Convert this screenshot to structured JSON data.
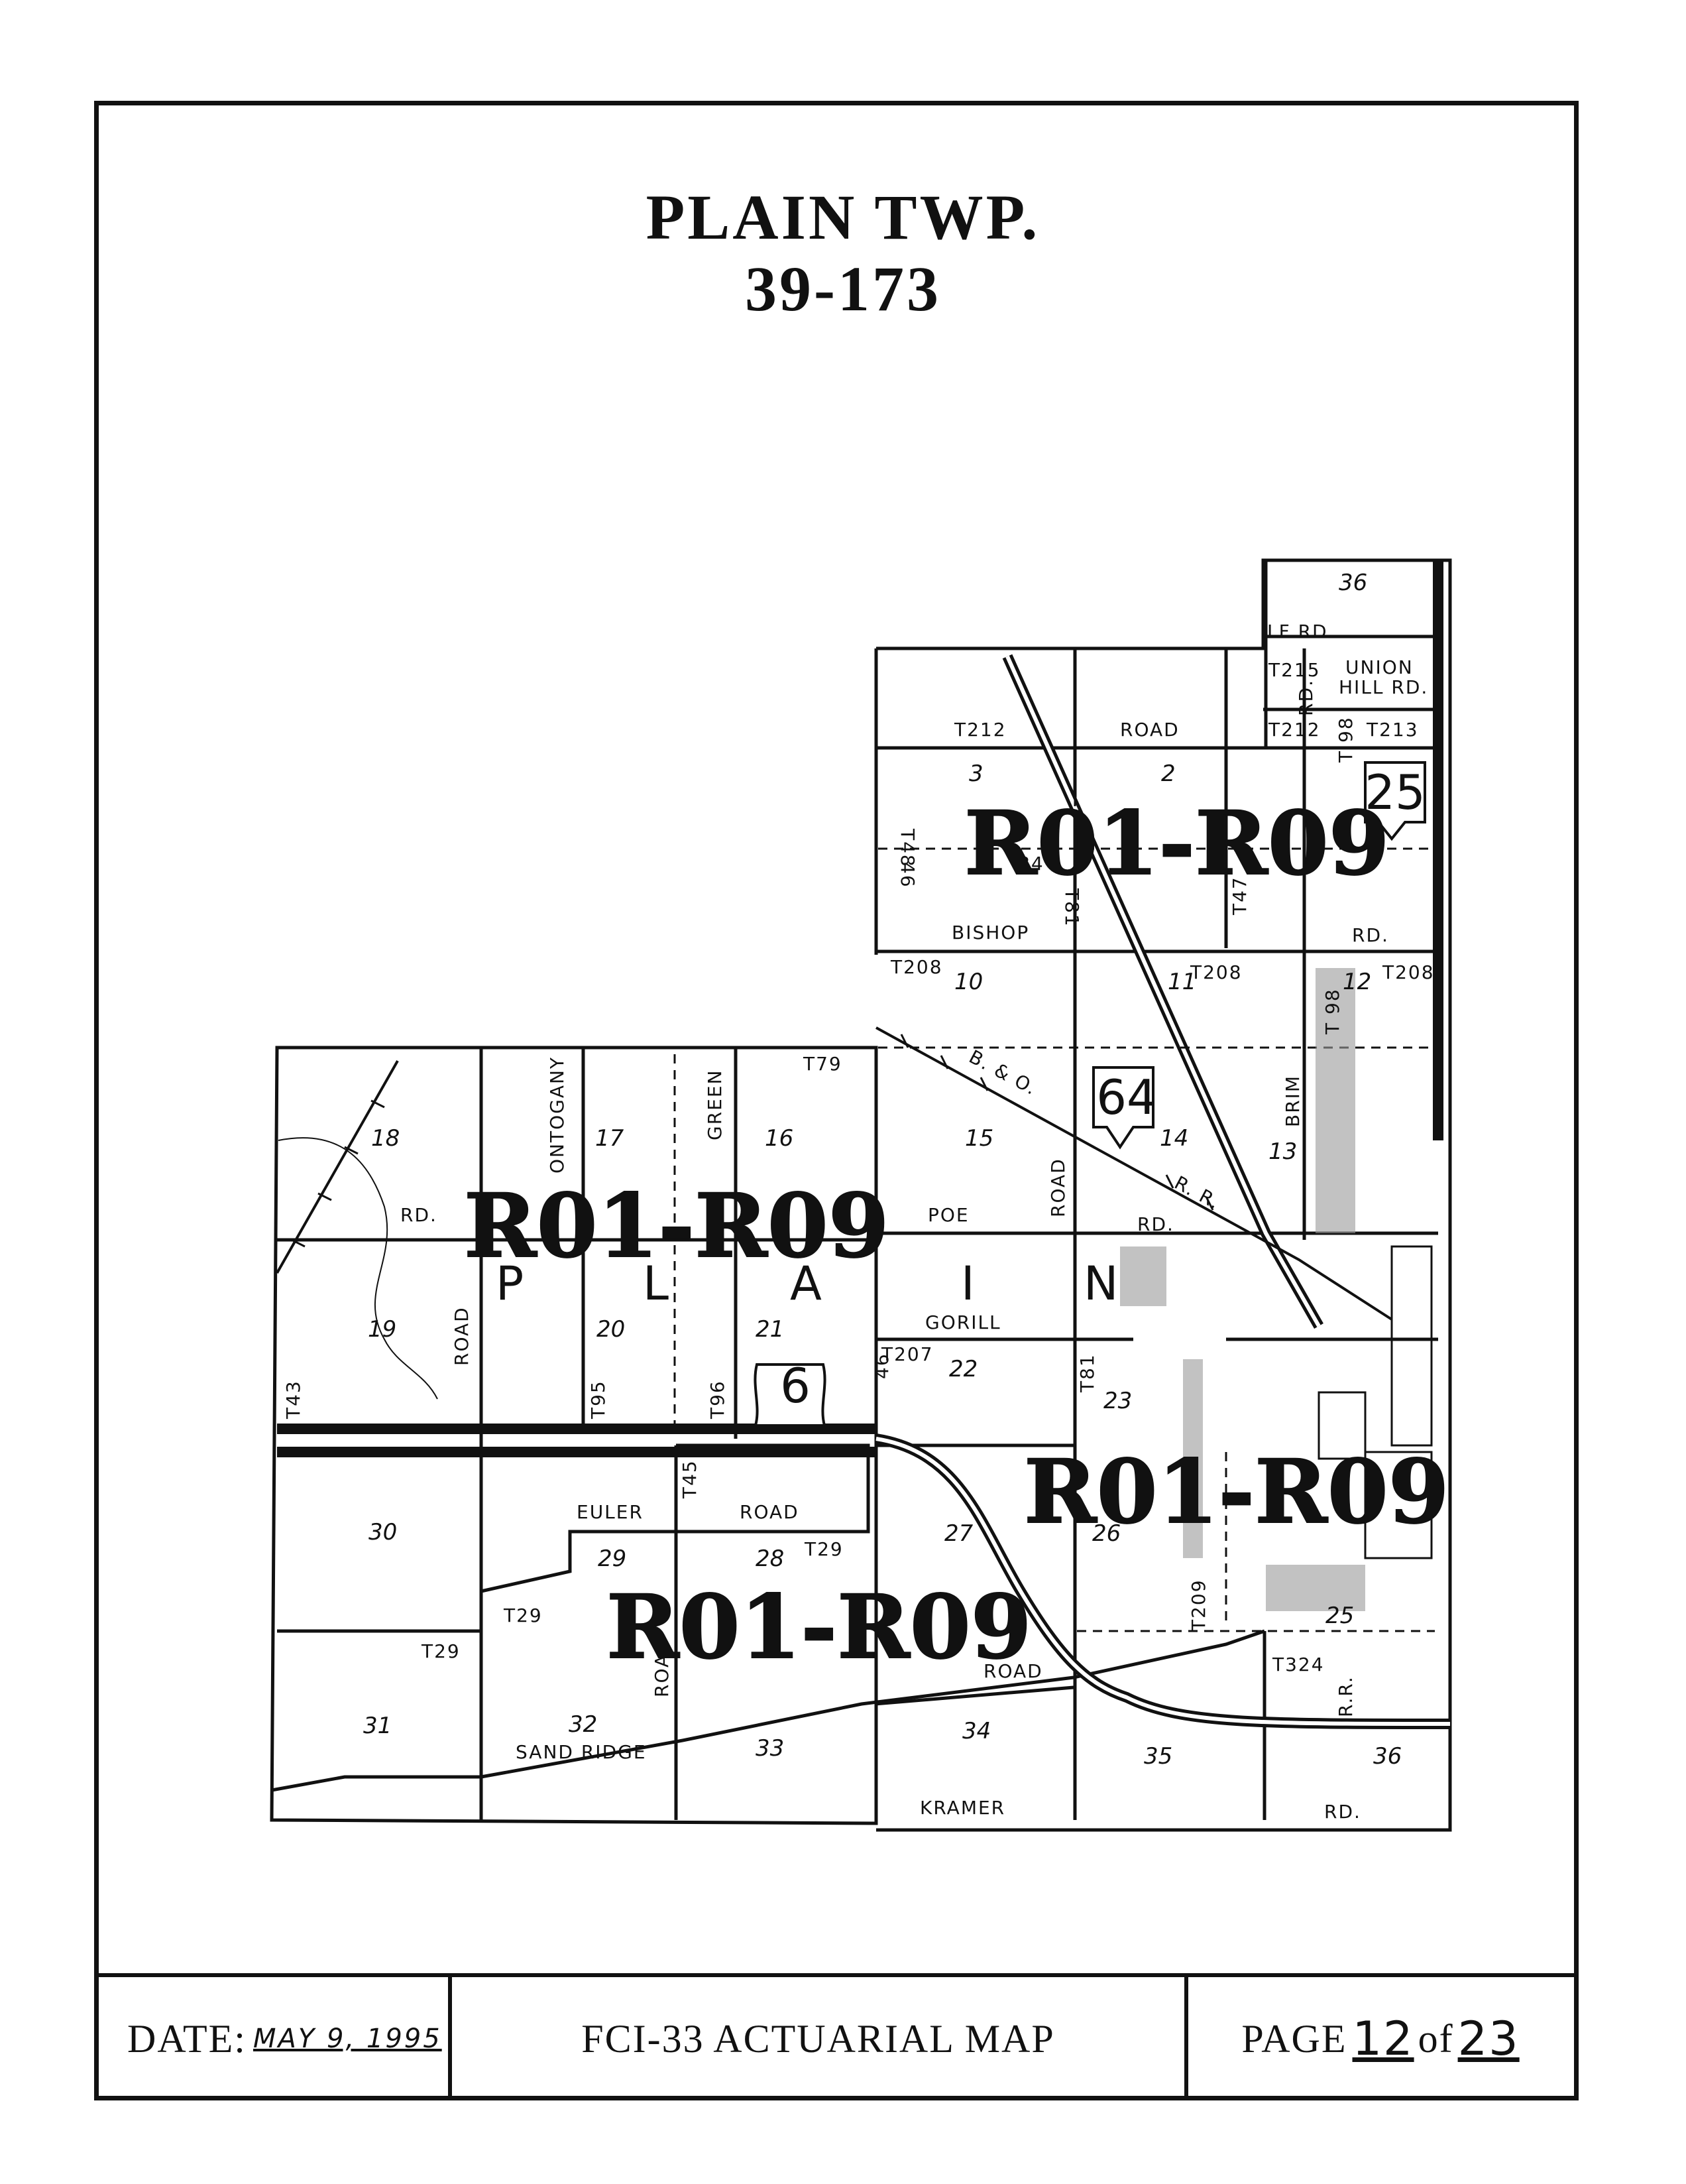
{
  "map": {
    "title": "PLAIN TWP.",
    "subtitle": "39-173",
    "rating_labels": [
      "R01-R09",
      "R01-R09",
      "R01-R09",
      "R01-R09"
    ],
    "township_letters": [
      "P",
      "L",
      "A",
      "I",
      "N"
    ],
    "sections": [
      "36",
      "3",
      "2",
      "10",
      "11",
      "12",
      "18",
      "17",
      "16",
      "15",
      "14",
      "13",
      "19",
      "20",
      "21",
      "22",
      "23",
      "30",
      "29",
      "28",
      "27",
      "26",
      "25",
      "31",
      "32",
      "33",
      "34",
      "35",
      "36"
    ],
    "roads": {
      "lf_rd": "LF RD.",
      "union_hill": "UNION",
      "union_hill_2": "HILL RD.",
      "t215": "T215",
      "rd_vertical": "RD.",
      "t212_a": "T212",
      "road_212": "ROAD",
      "t212_b": "T212",
      "t213": "T213",
      "t98_a": "T 98",
      "t48": "T48",
      "n46_a": "46",
      "n84": "84",
      "t81_a": "T81",
      "t47": "T47",
      "bishop": "BISHOP",
      "rd_bishop": "RD.",
      "t208_a": "T208",
      "t208_b": "T208",
      "t208_c": "T208",
      "t98_b": "T 98",
      "t79": "T79",
      "bo_rr": "B. & O.",
      "rr": "R. R.",
      "ontogany": "ONTOGANY",
      "green": "GREEN",
      "brim": "BRIM",
      "rd_west": "RD.",
      "poe": "POE",
      "road_poe": "ROAD",
      "rd_poe": "RD.",
      "gorill": "GORILL",
      "t207": "T207",
      "n46_b": "46",
      "t81_b": "T81",
      "road_west": "ROAD",
      "t43": "T43",
      "t95": "T95",
      "t96": "T96",
      "t45": "T45",
      "euler": "EULER",
      "road_euler": "ROAD",
      "t29_a": "T29",
      "t29_b": "T29",
      "t29_c": "T29",
      "t209": "T209",
      "road_s": "ROAD",
      "roa_vertical": "ROAD",
      "t324": "T324",
      "rr_e": "R.R.",
      "sand_ridge": "SAND RIDGE",
      "kramer": "KRAMER",
      "rd_se": "RD."
    },
    "shields": {
      "us6": "6",
      "sr64": "64",
      "sr25": "25"
    }
  },
  "footer": {
    "date_label": "DATE:",
    "date_value": "MAY 9, 1995",
    "map_name": "FCI-33 ACTUARIAL  MAP",
    "page_label": "PAGE",
    "page_num": "12",
    "page_of": "of",
    "page_total": "23"
  }
}
